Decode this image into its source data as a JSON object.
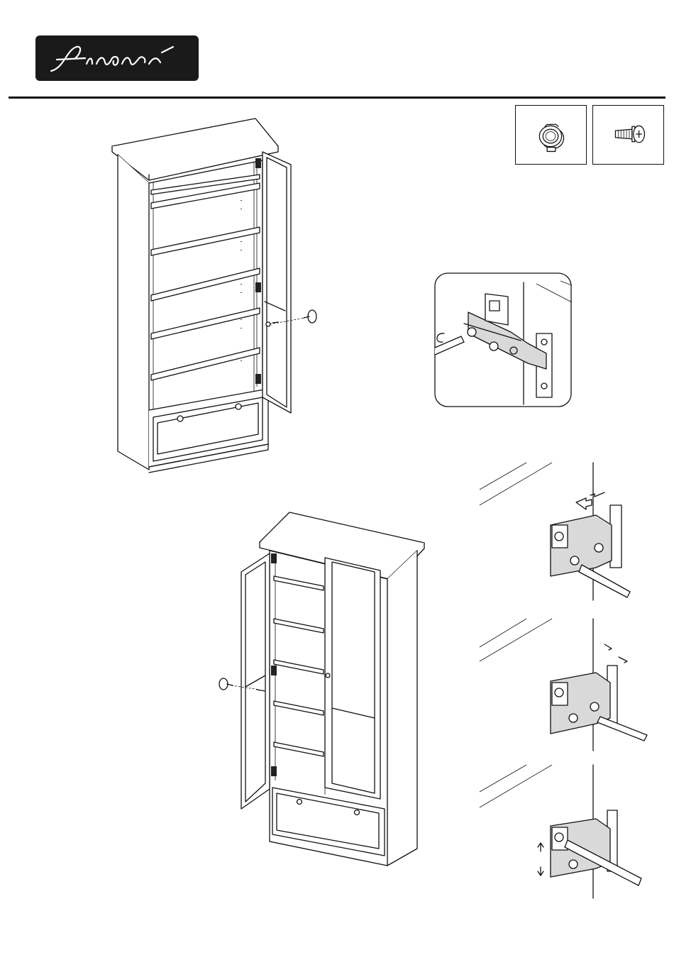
{
  "brand": {
    "logo_text": "finori"
  },
  "parts": [
    {
      "name": "knob"
    },
    {
      "name": "screw"
    }
  ]
}
